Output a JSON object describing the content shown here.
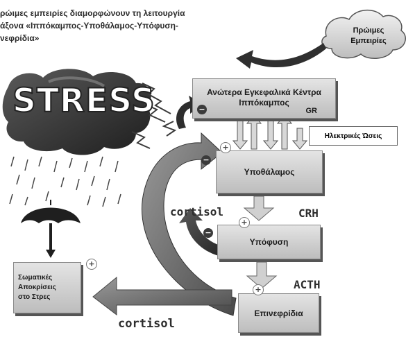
{
  "caption": {
    "line1": "ρώιμες εμπειρίες διαμορφώνουν τη λειτουργία",
    "line2": "άξονα «Ιππόκαμπος-Υποθάλαμος-Υπόφυση-",
    "line3": "νεφρίδια»"
  },
  "cloud": {
    "line1": "Πρώιμες",
    "line2": "Εμπειρίες"
  },
  "stress_word": "STRESS",
  "boxes": {
    "top_line1": "Ανώτερα Εγκεφαλικά Κέντρα",
    "top_line2": "Ιππόκαμπος",
    "gr": "GR",
    "hypothalamus": "Υποθάλαμος",
    "pituitary": "Υπόφυση",
    "adrenal": "Επινεφρίδια",
    "somatic_line1": "Σωματικές",
    "somatic_line2": "Αποκρίσεις",
    "somatic_line3": "στο Στρες"
  },
  "electric_label": "Ηλεκτρικές Ώσεις",
  "labels": {
    "cortisol_upper": "cortisol",
    "cortisol_lower": "cortisol",
    "crh": "CRH",
    "acth": "ACTH"
  },
  "signs": {
    "plus": "+",
    "minus": "−"
  }
}
